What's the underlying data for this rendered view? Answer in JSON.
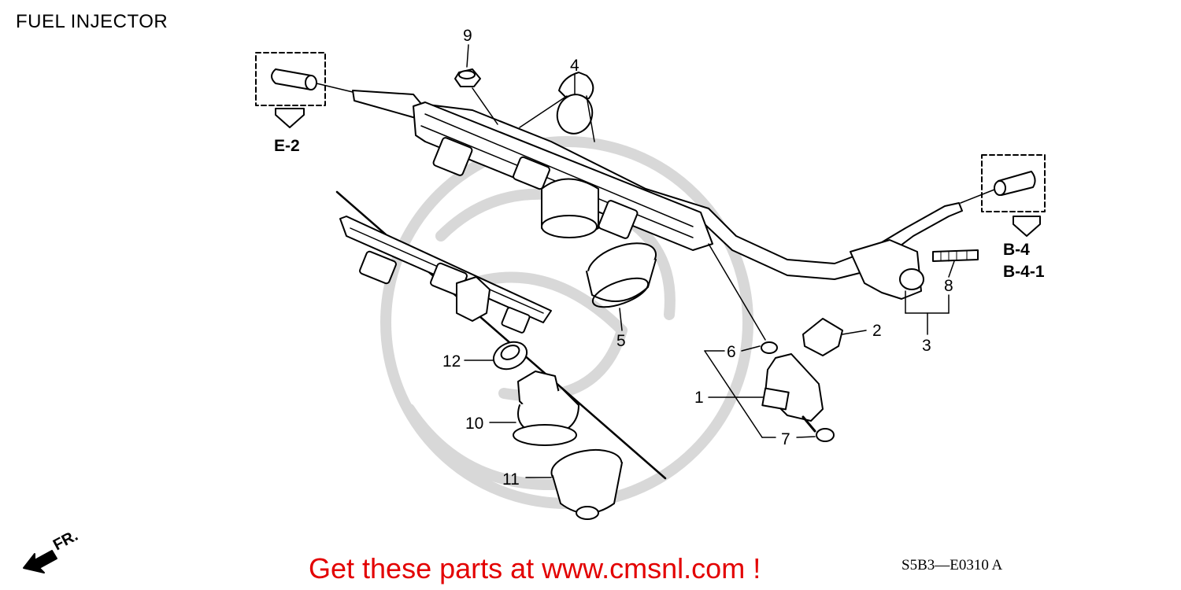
{
  "title": "FUEL INJECTOR",
  "callouts": [
    {
      "id": "c1",
      "label": "1"
    },
    {
      "id": "c2",
      "label": "2"
    },
    {
      "id": "c3",
      "label": "3"
    },
    {
      "id": "c4",
      "label": "4"
    },
    {
      "id": "c5",
      "label": "5"
    },
    {
      "id": "c6",
      "label": "6"
    },
    {
      "id": "c7",
      "label": "7"
    },
    {
      "id": "c8",
      "label": "8"
    },
    {
      "id": "c9",
      "label": "9"
    },
    {
      "id": "c10",
      "label": "10"
    },
    {
      "id": "c11",
      "label": "11"
    },
    {
      "id": "c12",
      "label": "12"
    }
  ],
  "refs": {
    "e2": "E-2",
    "b4": "B-4",
    "b41": "B-4-1"
  },
  "front_label": "FR.",
  "promo_text": "Get these parts at www.cmsnl.com !",
  "diagram_code": "S5B3—E0310 A",
  "colors": {
    "line": "#000000",
    "promo": "#e30000",
    "watermark": "#d8d8d8"
  }
}
